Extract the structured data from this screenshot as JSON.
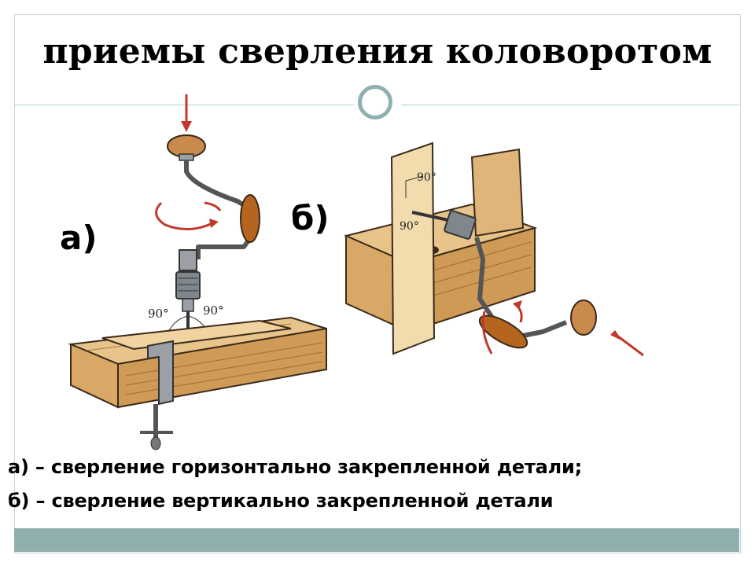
{
  "slide": {
    "title": "приемы сверления коловоротом",
    "figures": {
      "a": {
        "label": "а)",
        "angle_left": "90°",
        "angle_right": "90°"
      },
      "b": {
        "label": "б)",
        "angle_top": "90°",
        "angle_bottom": "90°"
      }
    },
    "captions": [
      "а) – сверление горизонтально закрепленной детали;",
      "б) – сверление вертикально закрепленной детали"
    ]
  },
  "colors": {
    "accent": "#8fb0ae",
    "arrow_red": "#c0392b",
    "wood": "#d9a866",
    "handle": "#b5651d"
  }
}
